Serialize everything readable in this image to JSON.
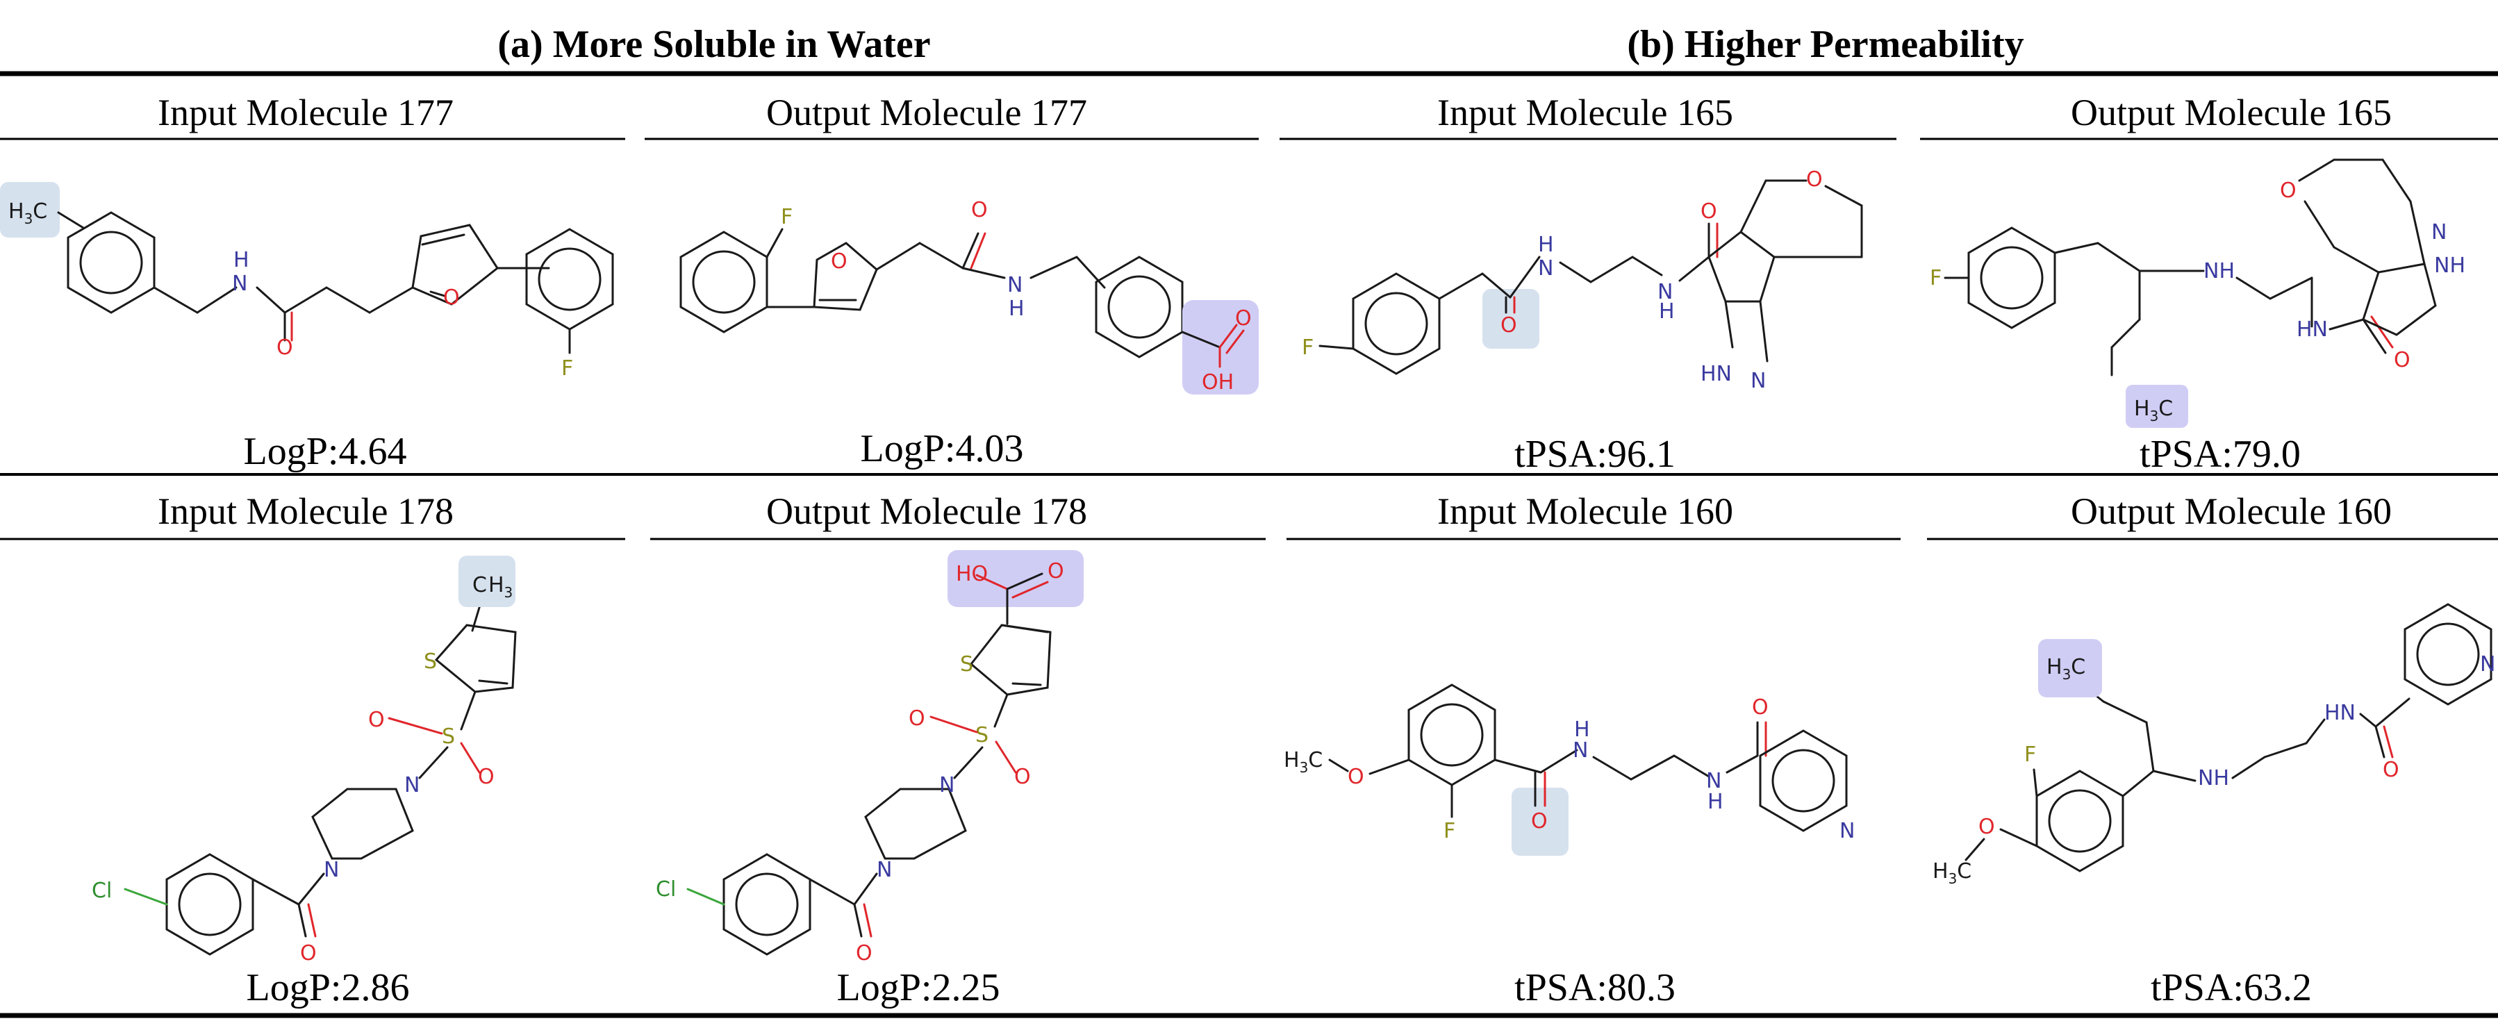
{
  "sections": [
    {
      "title": "(a) More Soluble in Water"
    },
    {
      "title": "(b) Higher Permeability"
    }
  ],
  "panels": [
    {
      "caption": "Input Molecule 177",
      "value": "LogP:4.64"
    },
    {
      "caption": "Output Molecule 177",
      "value": "LogP:4.03"
    },
    {
      "caption": "Input Molecule 165",
      "value": "tPSA:96.1"
    },
    {
      "caption": "Output Molecule 165",
      "value": "tPSA:79.0"
    },
    {
      "caption": "Input Molecule 178",
      "value": "LogP:2.86"
    },
    {
      "caption": "Output Molecule 178",
      "value": "LogP:2.25"
    },
    {
      "caption": "Input Molecule 160",
      "value": "tPSA:80.3"
    },
    {
      "caption": "Output Molecule 160",
      "value": "tPSA:63.2"
    }
  ],
  "atoms": {
    "H": "H",
    "C": "C",
    "N": "N",
    "O": "O",
    "F": "F",
    "S": "S",
    "Cl": "Cl",
    "NH": "NH",
    "HN": "HN",
    "OH": "OH",
    "HO": "HO",
    "sub3": "3"
  },
  "colors": {
    "highlight_blue": "#d6e1ee",
    "highlight_purple": "#cfcdf4",
    "oxygen": "#e0262b",
    "nitrogen": "#3a3aa0",
    "sulfur": "#8f8f1c",
    "chlorine": "#2f8f2f",
    "fluorine": "#8f8f1c"
  }
}
